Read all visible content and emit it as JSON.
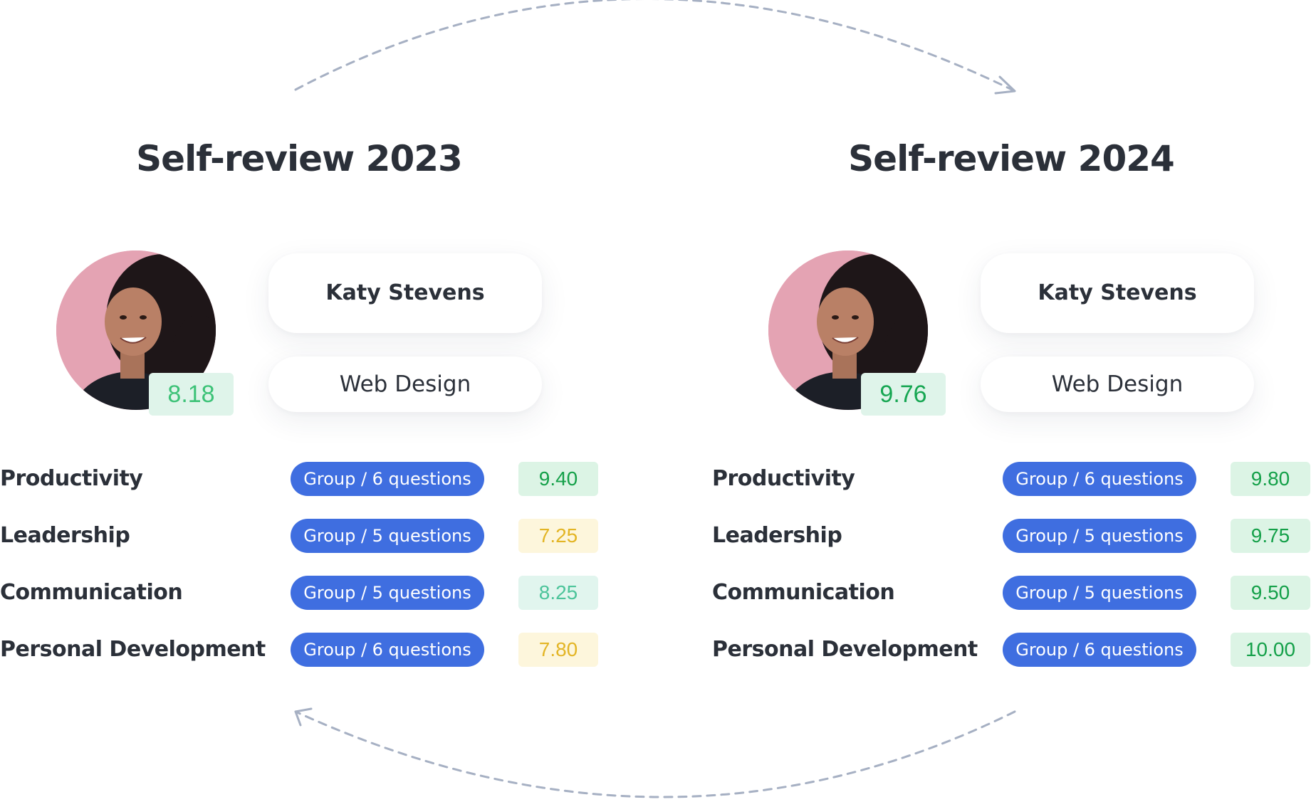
{
  "panels": [
    {
      "title": "Self-review 2023",
      "name": "Katy Stevens",
      "department": "Web Design",
      "overall_score": "8.18",
      "categories": [
        {
          "name": "Productivity",
          "group": "Group / 6 questions",
          "score": "9.40",
          "tone": "green"
        },
        {
          "name": "Leadership",
          "group": "Group / 5 questions",
          "score": "7.25",
          "tone": "yellow"
        },
        {
          "name": "Communication",
          "group": "Group / 5 questions",
          "score": "8.25",
          "tone": "mint"
        },
        {
          "name": "Personal Development",
          "group": "Group / 6 questions",
          "score": "7.80",
          "tone": "yellow"
        }
      ]
    },
    {
      "title": "Self-review 2024",
      "name": "Katy Stevens",
      "department": "Web Design",
      "overall_score": "9.76",
      "categories": [
        {
          "name": "Productivity",
          "group": "Group / 6 questions",
          "score": "9.80",
          "tone": "green"
        },
        {
          "name": "Leadership",
          "group": "Group / 5 questions",
          "score": "9.75",
          "tone": "green"
        },
        {
          "name": "Communication",
          "group": "Group / 5 questions",
          "score": "9.50",
          "tone": "green"
        },
        {
          "name": "Personal Development",
          "group": "Group / 6 questions",
          "score": "10.00",
          "tone": "green"
        }
      ]
    }
  ],
  "colors": {
    "text": "#2b3039",
    "group_badge": "#3f6ee0",
    "score_green_bg": "#dcf4e5",
    "score_green_text": "#14a049",
    "score_yellow_bg": "#fdf6dc",
    "score_yellow_text": "#e3b525",
    "score_mint_bg": "#e1f5ee",
    "score_mint_text": "#4cc49a",
    "arrow": "#a6b0c3"
  },
  "icons": {
    "top_arrow": "dashed-arc-arrow-right-icon",
    "bottom_arrow": "dashed-arc-arrow-left-icon",
    "avatar": "profile-photo"
  }
}
